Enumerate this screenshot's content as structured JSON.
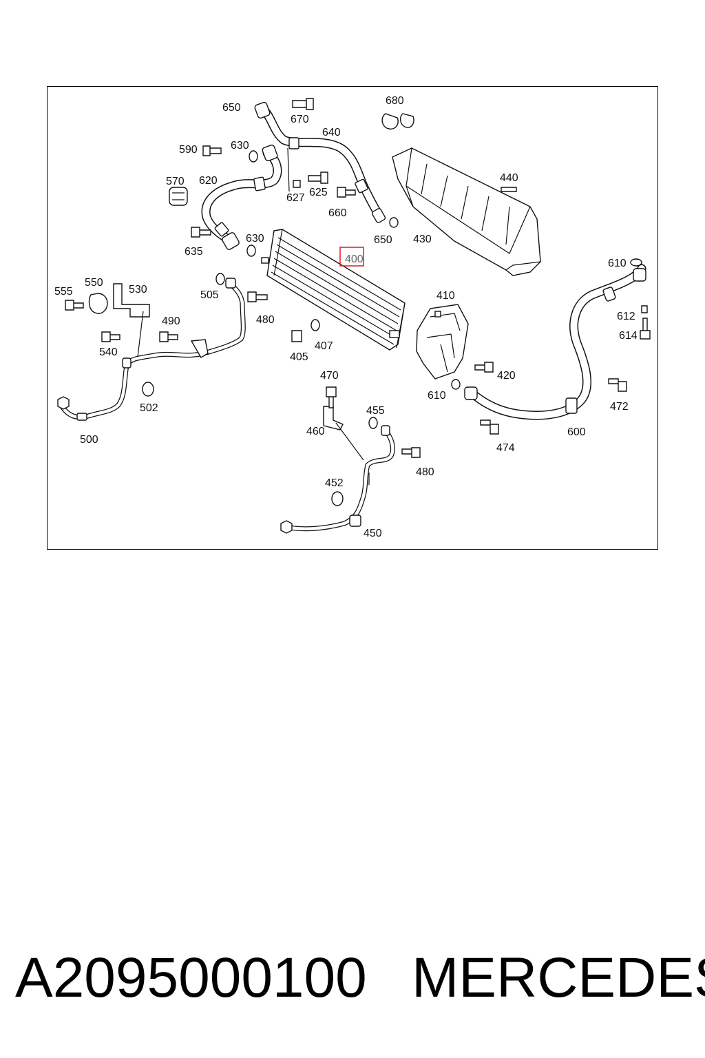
{
  "diagram": {
    "highlighted_label": "400",
    "labels": {
      "l650a": "650",
      "l670": "670",
      "l680": "680",
      "l640": "640",
      "l590": "590",
      "l630a": "630",
      "l570": "570",
      "l620": "620",
      "l627": "627",
      "l625": "625",
      "l660": "660",
      "l440": "440",
      "l650b": "650",
      "l430": "430",
      "l635": "635",
      "l630b": "630",
      "l610a": "610",
      "l555": "555",
      "l550": "550",
      "l530": "530",
      "l505": "505",
      "l480a": "480",
      "l410": "410",
      "l612": "612",
      "l490": "490",
      "l407": "407",
      "l614": "614",
      "l540": "540",
      "l405": "405",
      "l420": "420",
      "l470": "470",
      "l610b": "610",
      "l472": "472",
      "l502": "502",
      "l455": "455",
      "l500": "500",
      "l460": "460",
      "l600": "600",
      "l474": "474",
      "l480b": "480",
      "l452": "452",
      "l450": "450"
    }
  },
  "footer": {
    "part_number": "A2095000100",
    "brand": "MERCEDES"
  },
  "colors": {
    "highlight": "#e0191e",
    "line": "#111111"
  }
}
